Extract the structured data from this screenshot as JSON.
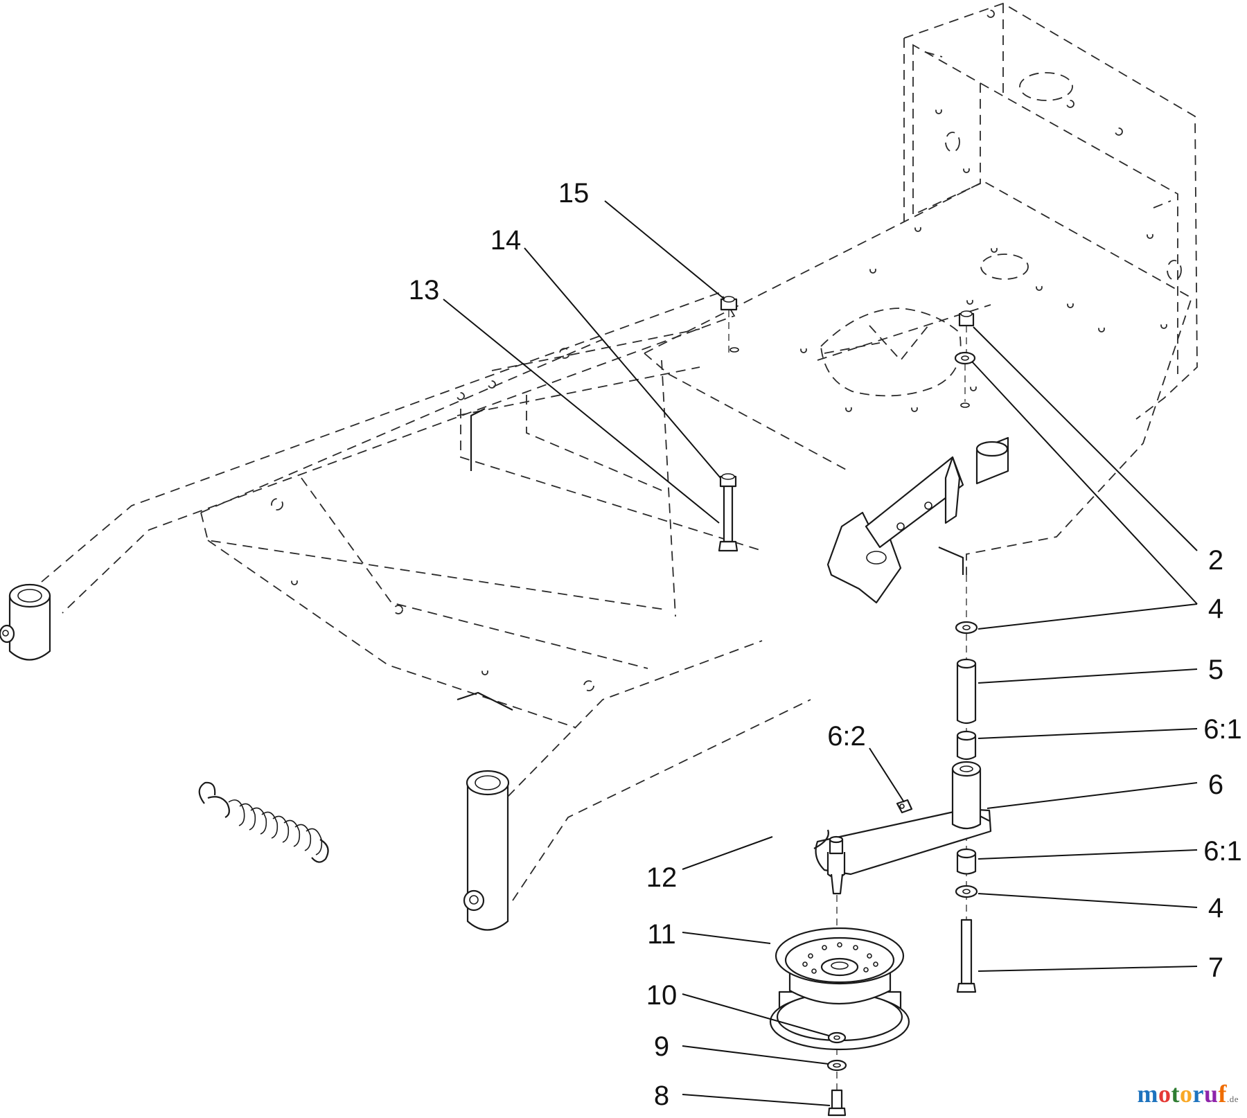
{
  "callouts": [
    {
      "id": "15",
      "label": "15"
    },
    {
      "id": "14",
      "label": "14"
    },
    {
      "id": "13",
      "label": "13"
    },
    {
      "id": "2",
      "label": "2"
    },
    {
      "id": "4a",
      "label": "4"
    },
    {
      "id": "5",
      "label": "5"
    },
    {
      "id": "61a",
      "label": "6:1"
    },
    {
      "id": "62",
      "label": "6:2"
    },
    {
      "id": "6",
      "label": "6"
    },
    {
      "id": "61b",
      "label": "6:1"
    },
    {
      "id": "4b",
      "label": "4"
    },
    {
      "id": "7",
      "label": "7"
    },
    {
      "id": "12",
      "label": "12"
    },
    {
      "id": "11",
      "label": "11"
    },
    {
      "id": "10",
      "label": "10"
    },
    {
      "id": "9",
      "label": "9"
    },
    {
      "id": "8",
      "label": "8"
    }
  ],
  "watermark": {
    "letters": [
      "m",
      "o",
      "t",
      "o",
      "r",
      "u",
      "f"
    ],
    "suffix": ".de",
    "colors": [
      "#1e73be",
      "#e53935",
      "#2e7d32",
      "#f9a825",
      "#1e73be",
      "#8e24aa",
      "#ef6c00"
    ]
  }
}
